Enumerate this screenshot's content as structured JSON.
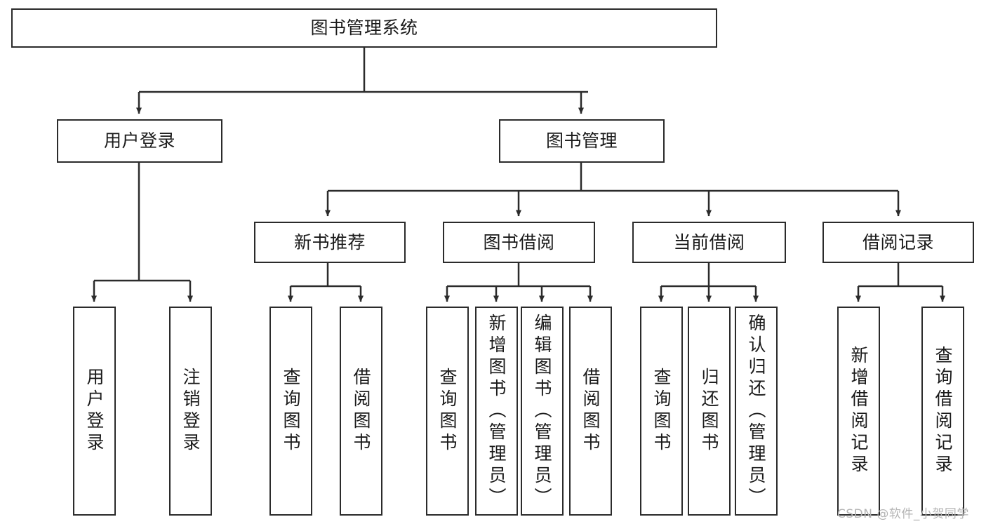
{
  "diagram": {
    "title": "图书管理系统",
    "type": "hierarchy-tree",
    "orientation": "top-down",
    "colors": {
      "box_border": "#2b2b2b",
      "box_fill": "#ffffff",
      "edge": "#2b2b2b",
      "text": "#1a1a1a",
      "watermark": "#b4b4b4",
      "background": "#ffffff"
    },
    "nodes": {
      "root": {
        "label": "图书管理系统"
      },
      "level2": [
        {
          "label": "用户登录"
        },
        {
          "label": "图书管理"
        }
      ],
      "level3": [
        {
          "label": "新书推荐"
        },
        {
          "label": "图书借阅"
        },
        {
          "label": "当前借阅"
        },
        {
          "label": "借阅记录"
        }
      ],
      "leaves_user_login": [
        {
          "label": "用户登录"
        },
        {
          "label": "注销登录"
        }
      ],
      "leaves_new_book": [
        {
          "label": "查询图书"
        },
        {
          "label": "借阅图书"
        }
      ],
      "leaves_borrow": [
        {
          "label": "查询图书"
        },
        {
          "label": "新增图书（管理员）"
        },
        {
          "label": "编辑图书（管理员）"
        },
        {
          "label": "借阅图书"
        }
      ],
      "leaves_current": [
        {
          "label": "查询图书"
        },
        {
          "label": "归还图书"
        },
        {
          "label": "确认归还（管理员）"
        }
      ],
      "leaves_record": [
        {
          "label": "新增借阅记录"
        },
        {
          "label": "查询借阅记录"
        }
      ]
    },
    "watermark": "CSDN @软件_小贺同学"
  }
}
